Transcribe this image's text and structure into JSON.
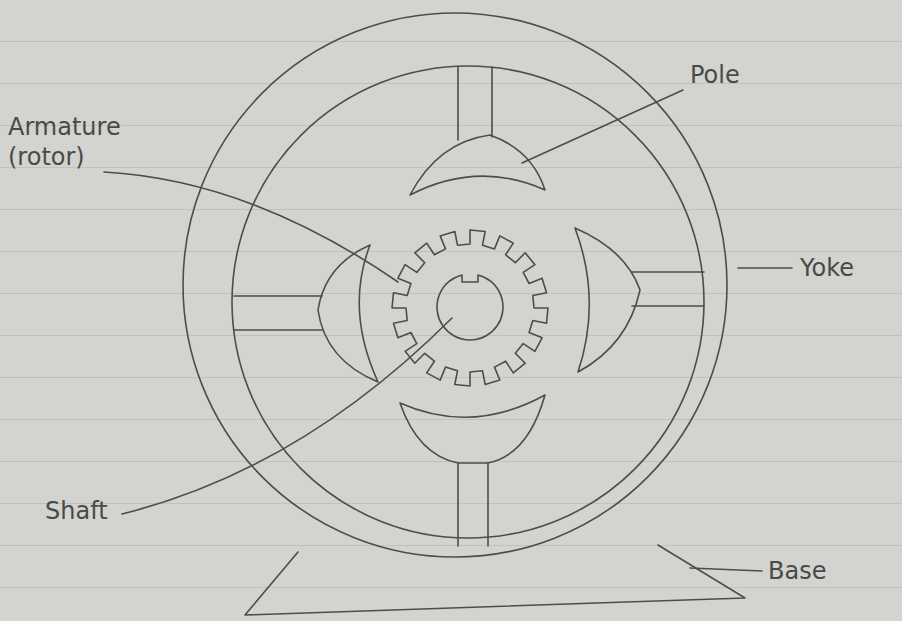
{
  "diagram": {
    "labels": [
      "Pole",
      "Armature (rotor)",
      "Yoke",
      "Shaft",
      "Base"
    ]
  }
}
